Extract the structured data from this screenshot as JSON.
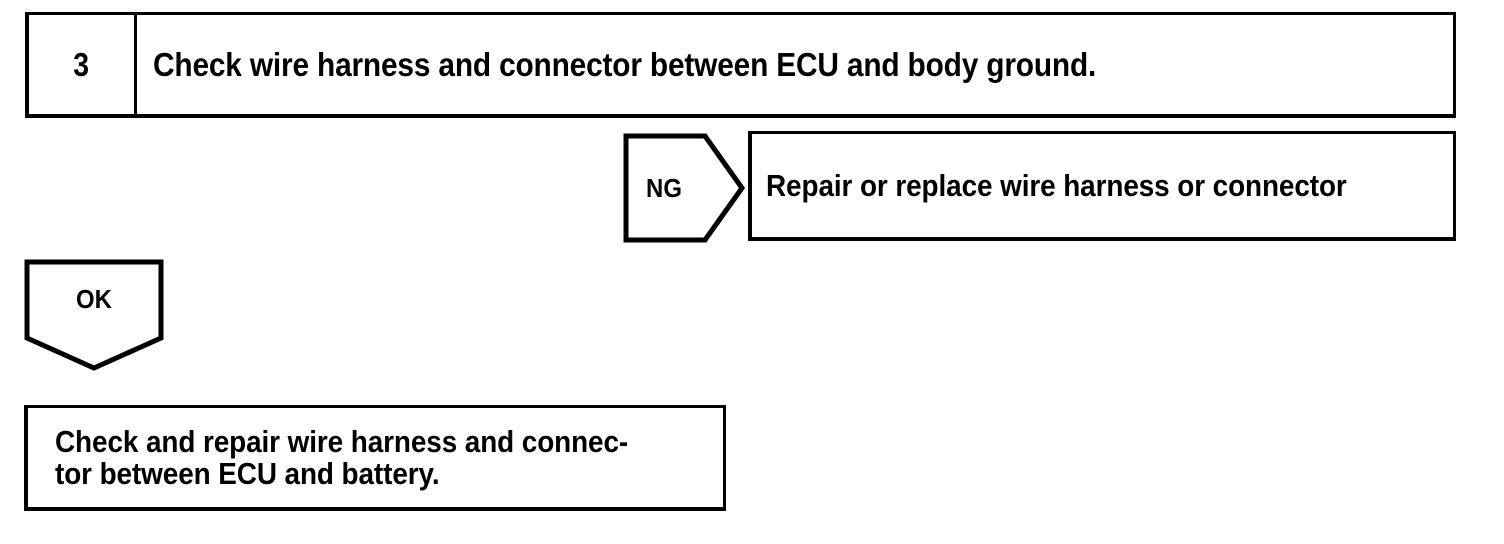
{
  "diagram": {
    "type": "troubleshooting-flowchart",
    "ink_color": "#000000",
    "background_color": "#ffffff",
    "step": {
      "number": "3",
      "instruction": "Check wire harness and connector between ECU and body ground."
    },
    "branches": [
      {
        "label": "NG",
        "shape": "right-pointing-pentagon-arrow",
        "result": "Repair or replace wire harness or connector"
      },
      {
        "label": "OK",
        "shape": "down-pointing-pentagon-arrow",
        "result_line1": "Check and repair wire harness and connec-",
        "result_line2": "tor between ECU and battery."
      }
    ],
    "ng_result_text": "Repair or replace wire harness or connector",
    "ok_result_line1": "Check and repair wire harness and connec-",
    "ok_result_line2": "tor between ECU and battery."
  }
}
